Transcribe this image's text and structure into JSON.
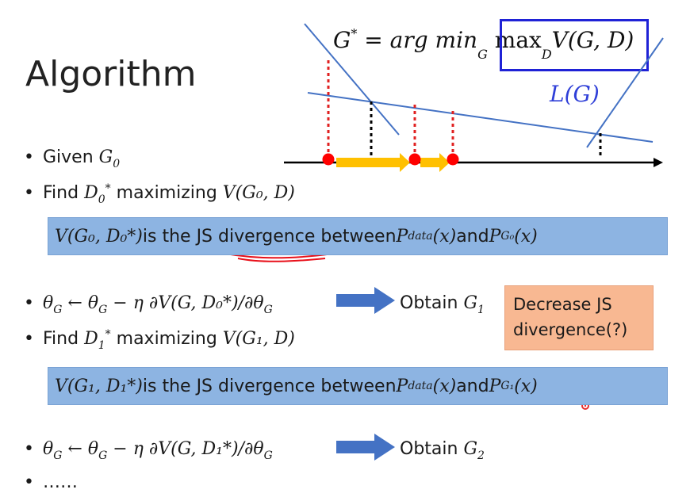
{
  "slide": {
    "title": "Algorithm",
    "formula": {
      "g_star": "G",
      "star": "*",
      "eq": " = arg min",
      "min_sub": "G",
      "max": "max",
      "max_sub": "D",
      "v": "V(G, D)"
    },
    "lg_label": "L(G)",
    "bullets": {
      "b1_text": "Given ",
      "b1_g": "G",
      "b1_sub": "0",
      "b2_text": "Find ",
      "b2_d": "D",
      "b2_sub": "0",
      "b2_sup": "*",
      "b2_rest": " maximizing ",
      "b2_math": "V(G₀, D)",
      "b3_math": "θ",
      "b3_sub": "G",
      "b3_rest": " ← θ",
      "b3_sub2": "G",
      "b3_tail": " − η ∂V(G, D₀*)/∂θ",
      "b3_sub3": "G",
      "b3_obtain": "Obtain ",
      "b3_g": "G",
      "b3_g_sub": "1",
      "b4_text": "Find ",
      "b4_d": "D",
      "b4_sub": "1",
      "b4_sup": "*",
      "b4_rest": " maximizing ",
      "b4_math": "V(G₁, D)",
      "b5_math": "θ",
      "b5_sub": "G",
      "b5_rest": " ← θ",
      "b5_sub2": "G",
      "b5_tail": " − η ∂V(G, D₁*)/∂θ",
      "b5_sub3": "G",
      "b5_obtain": "Obtain ",
      "b5_g": "G",
      "b5_g_sub": "2",
      "b6_text": "……"
    },
    "box1": {
      "v": "V(G₀, D₀*)",
      "text1": " is the JS divergence between ",
      "p1": "P",
      "p1_sub": "data",
      "p1_arg": "(x)",
      "and": " and ",
      "p2": "P",
      "p2_sub": "G₀",
      "p2_arg": "(x)"
    },
    "box2": {
      "v": "V(G₁, D₁*)",
      "text1": " is the JS divergence between ",
      "p1": "P",
      "p1_sub": "data",
      "p1_arg": "(x)",
      "and": " and ",
      "p2": "P",
      "p2_sub": "G₁",
      "p2_arg": "(x)"
    },
    "orange_box": {
      "line1": "Decrease JS",
      "line2": "divergence(?)"
    },
    "colors": {
      "box_blue": "#8db4e2",
      "box_orange": "#f8b892",
      "frame_blue": "#1f22d6",
      "line_blue": "#4472c4",
      "arrow_blue": "#4472c4",
      "arrow_yellow": "#ffc000",
      "dot_red": "#ff0000"
    }
  }
}
